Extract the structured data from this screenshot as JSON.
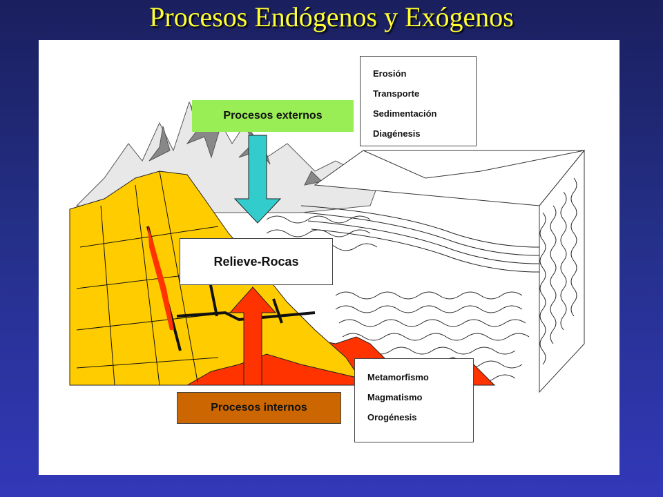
{
  "title": "Procesos Endógenos y Exógenos",
  "labels": {
    "external": "Procesos externos",
    "relief": "Relieve-Rocas",
    "internal": "Procesos internos"
  },
  "external_processes": [
    "Erosión",
    "Transporte",
    "Sedimentación",
    "Diagénesis"
  ],
  "internal_processes": [
    "Metamorfismo",
    "Magmatismo",
    "Orogénesis"
  ],
  "colors": {
    "background": "#2a32a0",
    "title": "#ffff33",
    "external_box": "#99ee55",
    "internal_box": "#cc6600",
    "external_arrow": "#33cccc",
    "internal_arrow": "#ff3300",
    "rock_yellow": "#ffcc00",
    "magma": "#ff3300"
  }
}
